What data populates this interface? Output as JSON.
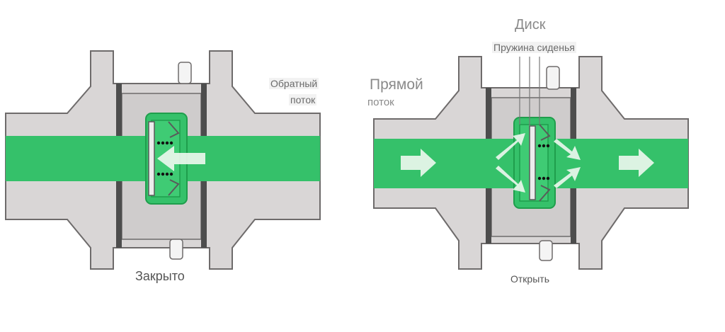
{
  "colors": {
    "body": "#d9d6d6",
    "outline": "#6e6b6b",
    "flow": "#35c16a",
    "flow_dark": "#1f9e4c",
    "gasket": "#4d4d4d",
    "arrow": "#eef8ef"
  },
  "closed_valve": {
    "label_reverse_flow_line1": "Обратный",
    "label_reverse_flow_line2": "поток",
    "state_label": "Закрыто"
  },
  "open_valve": {
    "label_disc": "Диск",
    "label_spring": "Пружина сиденья",
    "label_forward_flow_line1": "Прямой",
    "label_forward_flow_line2": "поток",
    "state_label": "Открыть"
  }
}
